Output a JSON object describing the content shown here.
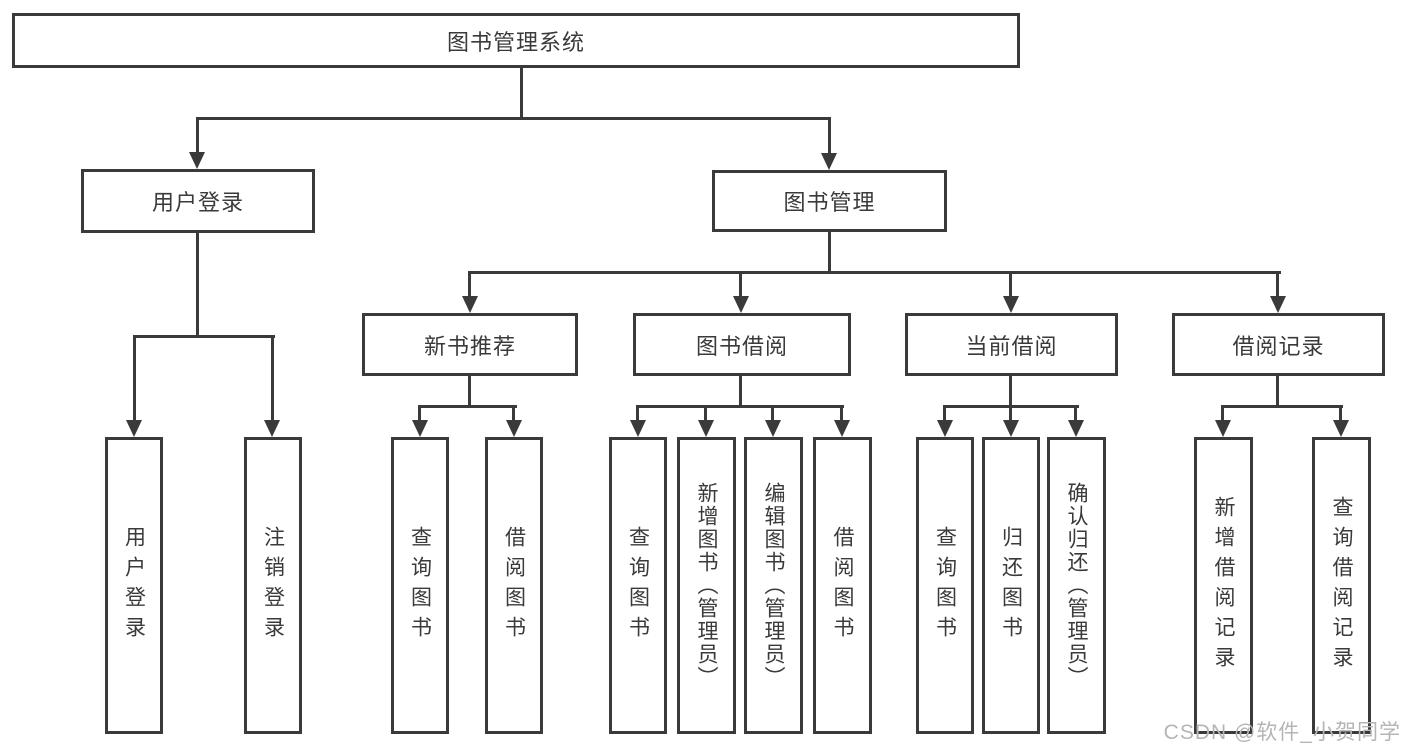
{
  "diagram_title": "图书管理系统",
  "watermark": "CSDN @软件_小贺同学",
  "colors": {
    "line": "#3a3a3a",
    "text": "#3a3a3a",
    "watermark": "#b5b5b5",
    "background": "#ffffff"
  },
  "tree": {
    "root": {
      "label": "图书管理系统",
      "children": [
        {
          "label": "用户登录",
          "children": [
            {
              "label": "用户登录"
            },
            {
              "label": "注销登录"
            }
          ]
        },
        {
          "label": "图书管理",
          "children": [
            {
              "label": "新书推荐",
              "children": [
                {
                  "label": "查询图书"
                },
                {
                  "label": "借阅图书"
                }
              ]
            },
            {
              "label": "图书借阅",
              "children": [
                {
                  "label": "查询图书"
                },
                {
                  "label": "新增图书（管理员）"
                },
                {
                  "label": "编辑图书（管理员）"
                },
                {
                  "label": "借阅图书"
                }
              ]
            },
            {
              "label": "当前借阅",
              "children": [
                {
                  "label": "查询图书"
                },
                {
                  "label": "归还图书"
                },
                {
                  "label": "确认归还（管理员）"
                }
              ]
            },
            {
              "label": "借阅记录",
              "children": [
                {
                  "label": "新增借阅记录"
                },
                {
                  "label": "查询借阅记录"
                }
              ]
            }
          ]
        }
      ]
    }
  }
}
